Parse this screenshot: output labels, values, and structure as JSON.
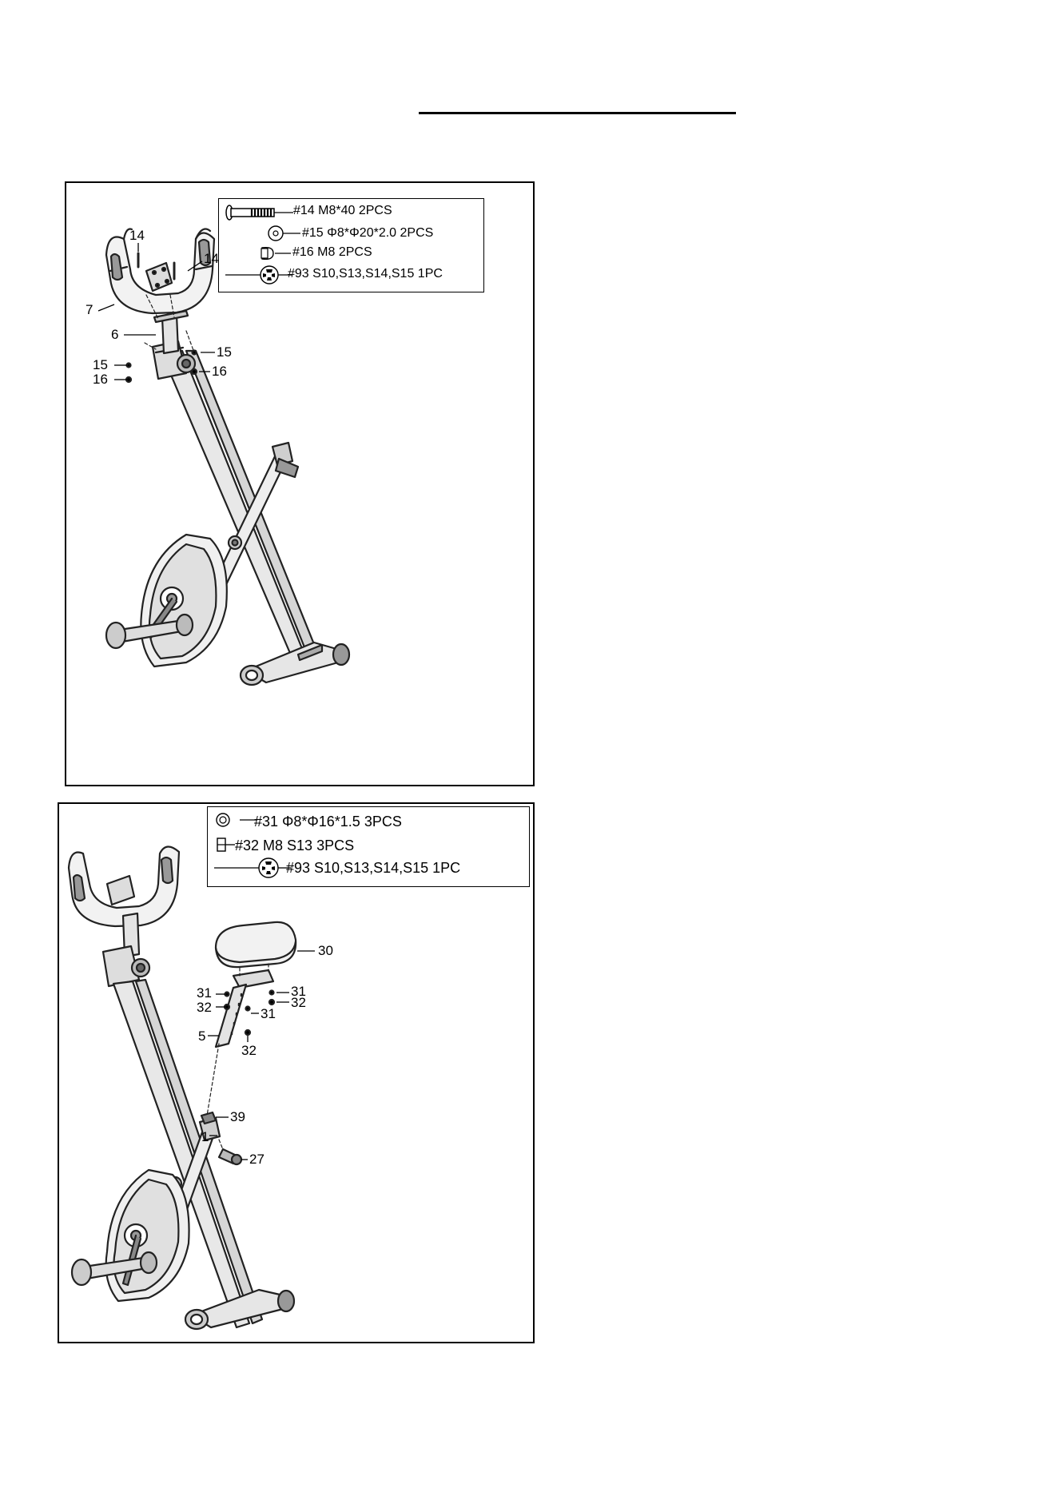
{
  "page": {
    "title": ""
  },
  "step1": {
    "legend": [
      {
        "icon": "carriage-bolt-icon",
        "text": "#14 M8*40 2PCS"
      },
      {
        "icon": "washer-icon",
        "text": "#15  Φ8*Φ20*2.0  2PCS"
      },
      {
        "icon": "dome-nut-icon",
        "text": "#16 M8  2PCS"
      },
      {
        "icon": "wrench-icon",
        "text": "#93 S10,S13,S14,S15  1PC"
      }
    ],
    "callouts": [
      "14",
      "14",
      "7",
      "6",
      "15",
      "15",
      "16",
      "16"
    ]
  },
  "step2": {
    "legend": [
      {
        "icon": "washer-icon",
        "text": "#31 Φ8*Φ16*1.5  3PCS"
      },
      {
        "icon": "nut-icon",
        "text": "#32 M8 S13 3PCS"
      },
      {
        "icon": "wrench-icon",
        "text": "#93 S10,S13,S14,S15  1PC"
      }
    ],
    "callouts": [
      "30",
      "31",
      "31",
      "32",
      "32",
      "31",
      "5",
      "32",
      "39",
      "1",
      "27"
    ]
  }
}
